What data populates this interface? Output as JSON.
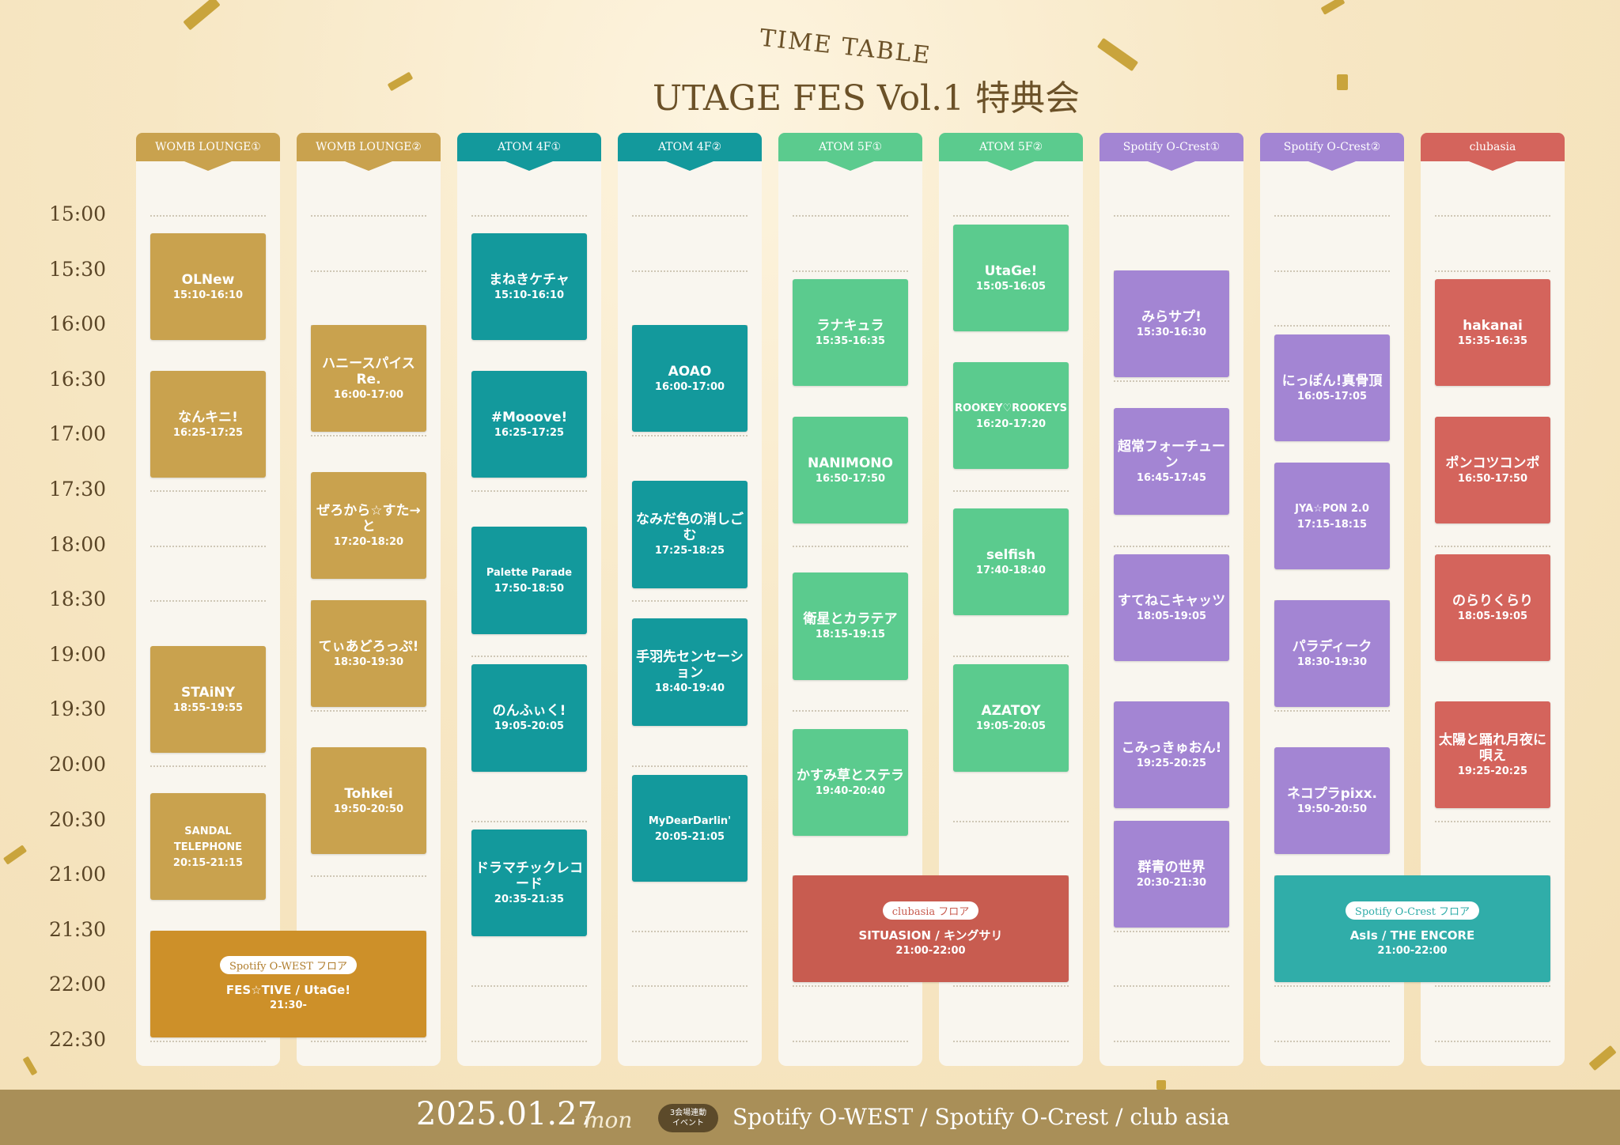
{
  "header": {
    "subtitle": "TIME TABLE",
    "title": "UTAGE FES Vol.1 特典会"
  },
  "times": [
    "15:00",
    "15:30",
    "16:00",
    "16:30",
    "17:00",
    "17:30",
    "18:00",
    "18:30",
    "19:00",
    "19:30",
    "20:00",
    "20:30",
    "21:00",
    "21:30",
    "22:00",
    "22:30"
  ],
  "colors": {
    "gold": "#c9a24e",
    "teal": "#13999c",
    "green": "#5bcb8e",
    "purple": "#a385d3",
    "red": "#d4645c",
    "special_gold": "#cd9029",
    "special_red": "#c85c50",
    "special_teal": "#30ada9"
  },
  "columns": [
    {
      "name": "WOMB LOUNGE①",
      "color": "#c9a24e",
      "slots": [
        {
          "name": "OLNew",
          "time": "15:10-16:10",
          "start": 910,
          "end": 970
        },
        {
          "name": "なんキニ!",
          "time": "16:25-17:25",
          "start": 985,
          "end": 1045
        },
        {
          "name": "STAiNY",
          "time": "18:55-19:55",
          "start": 1135,
          "end": 1195
        },
        {
          "name": "SANDAL TELEPHONE",
          "time": "20:15-21:15",
          "start": 1215,
          "end": 1275
        }
      ]
    },
    {
      "name": "WOMB LOUNGE②",
      "color": "#c9a24e",
      "slots": [
        {
          "name": "ハニースパイスRe.",
          "time": "16:00-17:00",
          "start": 960,
          "end": 1020
        },
        {
          "name": "ぜろから☆すた→と",
          "time": "17:20-18:20",
          "start": 1040,
          "end": 1100
        },
        {
          "name": "てぃあどろっぷ!",
          "time": "18:30-19:30",
          "start": 1110,
          "end": 1170
        },
        {
          "name": "Tohkei",
          "time": "19:50-20:50",
          "start": 1190,
          "end": 1250
        }
      ]
    },
    {
      "name": "ATOM 4F①",
      "color": "#13999c",
      "slots": [
        {
          "name": "まねきケチャ",
          "time": "15:10-16:10",
          "start": 910,
          "end": 970
        },
        {
          "name": "#Mooove!",
          "time": "16:25-17:25",
          "start": 985,
          "end": 1045
        },
        {
          "name": "Palette Parade",
          "time": "17:50-18:50",
          "start": 1070,
          "end": 1130
        },
        {
          "name": "のんふぃく!",
          "time": "19:05-20:05",
          "start": 1145,
          "end": 1205
        },
        {
          "name": "ドラマチックレコード",
          "time": "20:35-21:35",
          "start": 1235,
          "end": 1295
        }
      ]
    },
    {
      "name": "ATOM 4F②",
      "color": "#13999c",
      "slots": [
        {
          "name": "AOAO",
          "time": "16:00-17:00",
          "start": 960,
          "end": 1020
        },
        {
          "name": "なみだ色の消しごむ",
          "time": "17:25-18:25",
          "start": 1045,
          "end": 1105
        },
        {
          "name": "手羽先センセーション",
          "time": "18:40-19:40",
          "start": 1120,
          "end": 1180
        },
        {
          "name": "MyDearDarlin'",
          "time": "20:05-21:05",
          "start": 1205,
          "end": 1265
        }
      ]
    },
    {
      "name": "ATOM 5F①",
      "color": "#5bcb8e",
      "slots": [
        {
          "name": "ラナキュラ",
          "time": "15:35-16:35",
          "start": 935,
          "end": 995
        },
        {
          "name": "NANIMONO",
          "time": "16:50-17:50",
          "start": 1010,
          "end": 1070
        },
        {
          "name": "衛星とカラテア",
          "time": "18:15-19:15",
          "start": 1095,
          "end": 1155
        },
        {
          "name": "かすみ草とステラ",
          "time": "19:40-20:40",
          "start": 1180,
          "end": 1240
        }
      ]
    },
    {
      "name": "ATOM 5F②",
      "color": "#5bcb8e",
      "slots": [
        {
          "name": "UtaGe!",
          "time": "15:05-16:05",
          "start": 905,
          "end": 965
        },
        {
          "name": "ROOKEY♡ROOKEYS",
          "time": "16:20-17:20",
          "start": 980,
          "end": 1040
        },
        {
          "name": "selfish",
          "time": "17:40-18:40",
          "start": 1060,
          "end": 1120
        },
        {
          "name": "AZATOY",
          "time": "19:05-20:05",
          "start": 1145,
          "end": 1205
        }
      ]
    },
    {
      "name": "Spotify O-Crest①",
      "color": "#a385d3",
      "slots": [
        {
          "name": "みらサプ!",
          "time": "15:30-16:30",
          "start": 930,
          "end": 990
        },
        {
          "name": "超常フォーチューン",
          "time": "16:45-17:45",
          "start": 1005,
          "end": 1065
        },
        {
          "name": "すてねこキャッツ",
          "time": "18:05-19:05",
          "start": 1085,
          "end": 1145
        },
        {
          "name": "こみっきゅおん!",
          "time": "19:25-20:25",
          "start": 1165,
          "end": 1225
        },
        {
          "name": "群青の世界",
          "time": "20:30-21:30",
          "start": 1230,
          "end": 1290
        }
      ]
    },
    {
      "name": "Spotify O-Crest②",
      "color": "#a385d3",
      "slots": [
        {
          "name": "にっぽん!真骨頂",
          "time": "16:05-17:05",
          "start": 965,
          "end": 1025
        },
        {
          "name": "JYA☆PON 2.0",
          "time": "17:15-18:15",
          "start": 1035,
          "end": 1095
        },
        {
          "name": "パラディーク",
          "time": "18:30-19:30",
          "start": 1110,
          "end": 1170
        },
        {
          "name": "ネコプラpixx.",
          "time": "19:50-20:50",
          "start": 1190,
          "end": 1250
        }
      ]
    },
    {
      "name": "clubasia",
      "color": "#d4645c",
      "slots": [
        {
          "name": "hakanai",
          "time": "15:35-16:35",
          "start": 935,
          "end": 995
        },
        {
          "name": "ポンコツコンポ",
          "time": "16:50-17:50",
          "start": 1010,
          "end": 1070
        },
        {
          "name": "のらりくらり",
          "time": "18:05-19:05",
          "start": 1085,
          "end": 1145
        },
        {
          "name": "太陽と踊れ月夜に唄え",
          "time": "19:25-20:25",
          "start": 1165,
          "end": 1225
        }
      ]
    }
  ],
  "special": [
    {
      "floor": "Spotify O-WEST フロア",
      "name": "FES☆TIVE / UtaGe!",
      "time": "21:30-",
      "col_from": 0,
      "col_to": 1,
      "start": 1290,
      "end": 1350,
      "color": "#cd9029",
      "pill_color": "#b07d2c"
    },
    {
      "floor": "clubasia フロア",
      "name": "SITUASION / キングサリ",
      "time": "21:00-22:00",
      "col_from": 4,
      "col_to": 5,
      "start": 1260,
      "end": 1320,
      "color": "#c85c50",
      "pill_color": "#c85c50"
    },
    {
      "floor": "Spotify O-Crest フロア",
      "name": "AsIs / THE ENCORE",
      "time": "21:00-22:00",
      "col_from": 7,
      "col_to": 8,
      "start": 1260,
      "end": 1320,
      "color": "#30ada9",
      "pill_color": "#30ada9"
    }
  ],
  "footer": {
    "date": "2025.01.27",
    "weekday": "mon",
    "badge_line1": "3会場連動",
    "badge_line2": "イベント",
    "venues": "Spotify O-WEST / Spotify O-Crest / club asia"
  }
}
